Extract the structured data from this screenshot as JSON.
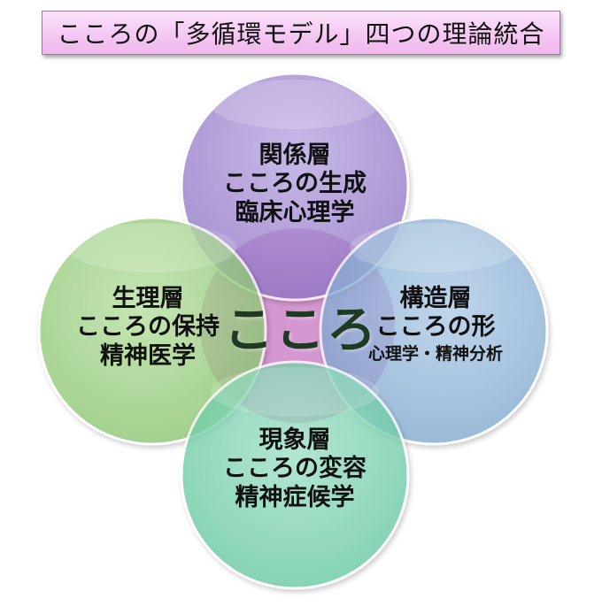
{
  "title": "こころの「多循環モデル」四つの理論統合",
  "center": "こころ",
  "circles": {
    "top": {
      "layer": "関係層",
      "theme": "こころの生成",
      "field": "臨床心理学",
      "color": "#9a82cc"
    },
    "left": {
      "layer": "生理層",
      "theme": "こころの保持",
      "field": "精神医学",
      "color": "#98cd7e"
    },
    "right": {
      "layer": "構造層",
      "theme": "こころの形",
      "field": "心理学・精神分析",
      "color": "#88b0d4"
    },
    "bottom": {
      "layer": "現象層",
      "theme": "こころの変容",
      "field": "精神症候学",
      "color": "#6fcfaa"
    }
  },
  "center_color": "#d090cc"
}
